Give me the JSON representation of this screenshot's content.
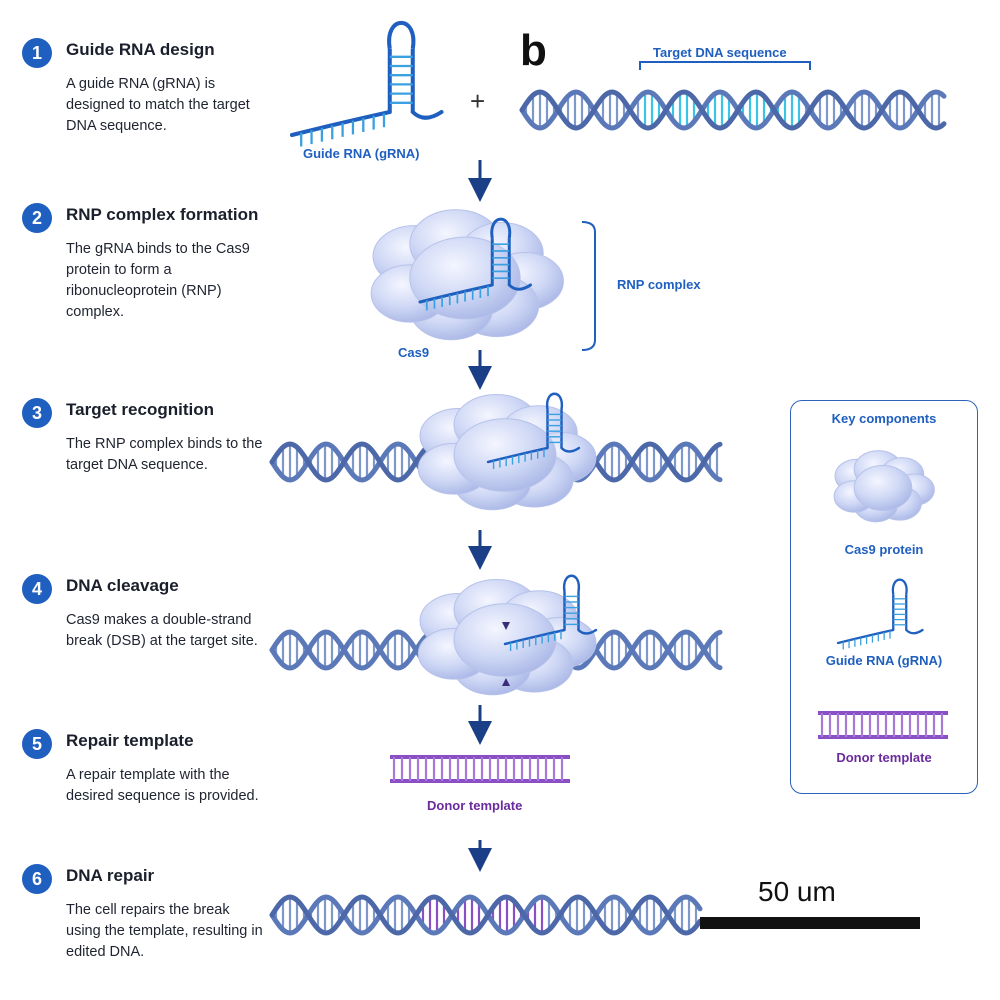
{
  "panel_letter": "b",
  "plus_sign": "+",
  "steps": [
    {
      "number": "1",
      "title": "Guide RNA design",
      "description": "A guide RNA (gRNA) is designed to match the target DNA sequence."
    },
    {
      "number": "2",
      "title": "RNP complex formation",
      "description": "The gRNA binds to the Cas9 protein to form a ribonucleoprotein (RNP) complex."
    },
    {
      "number": "3",
      "title": "Target recognition",
      "description": "The RNP complex binds to the target DNA sequence."
    },
    {
      "number": "4",
      "title": "DNA cleavage",
      "description": "Cas9 makes a double-strand break (DSB) at the target site."
    },
    {
      "number": "5",
      "title": "Repair template",
      "description": "A repair template with the desired sequence is provided."
    },
    {
      "number": "6",
      "title": "DNA repair",
      "description": "The cell repairs the break using the template, resulting in edited DNA."
    }
  ],
  "labels": {
    "guide_rna": "Guide RNA (gRNA)",
    "target_dna_sequence": "Target DNA sequence",
    "rnp_complex": "RNP complex",
    "cas9": "Cas9",
    "donor_template": "Donor template"
  },
  "key_components": {
    "title": "Key components",
    "items": [
      "Cas9 protein",
      "Guide RNA (gRNA)",
      "Donor template"
    ]
  },
  "scale_bar": {
    "label": "50 um"
  },
  "colors": {
    "accent_blue": "#1f5fbf",
    "dna_blue": "#5b79b8",
    "target_cyan": "#39c6e6",
    "donor_purple": "#8a4fc4",
    "cas9_lavender": "#c9d3f2"
  }
}
